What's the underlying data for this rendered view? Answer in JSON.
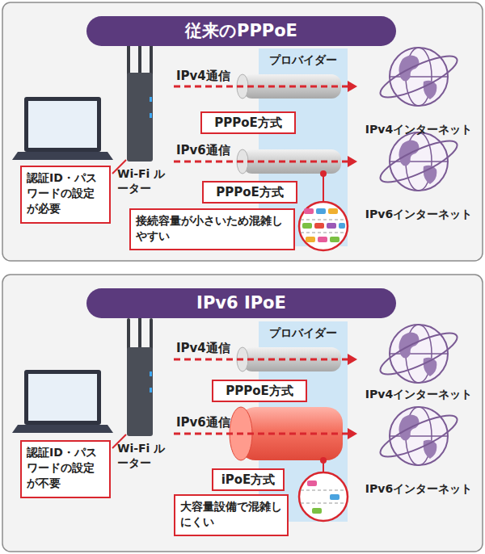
{
  "diagram": {
    "nodes": [
      {
        "text": [
          "従来のPPPoE"
        ]
      },
      {
        "text": [
          "Wi-Fi ルーター"
        ],
        "in": 0
      },
      {
        "text": [
          "プロバイダー"
        ],
        "in": 0
      },
      {
        "text": [
          "PPPoE方式"
        ],
        "in": 0
      },
      {
        "text": [
          "PPPoE方式"
        ],
        "in": 0
      },
      {
        "text": [
          "IPv4インターネット"
        ],
        "in": 0
      },
      {
        "text": [
          "IPv6インターネット"
        ],
        "in": 0
      },
      {
        "text": [
          "認証ID・パスワードの設定が必要"
        ],
        "in": 0
      },
      {
        "text": [
          "接続容量が小さいため混雑しやすい"
        ],
        "in": 0
      },
      {
        "text": [
          "IPv6 IPoE"
        ]
      },
      {
        "text": [
          "Wi-Fi ルーター"
        ],
        "in": 9
      },
      {
        "text": [
          "プロバイダー"
        ],
        "in": 9
      },
      {
        "text": [
          "PPPoE方式"
        ],
        "in": 9
      },
      {
        "text": [
          "iPoE方式"
        ],
        "in": 9
      },
      {
        "text": [
          "IPv4インターネット"
        ],
        "in": 9
      },
      {
        "text": [
          "IPv6インターネット"
        ],
        "in": 9
      },
      {
        "text": [
          "認証ID・パスワードの設定が不要"
        ],
        "in": 9
      },
      {
        "text": [
          "大容量設備で混雑しにくい"
        ],
        "in": 9
      }
    ],
    "edges": [
      {
        "from": 1,
        "to": 5,
        "label": "IPv4通信",
        "arrow": "to"
      },
      {
        "from": 1,
        "to": 6,
        "label": "IPv6通信",
        "arrow": "to"
      },
      {
        "from": 10,
        "to": 14,
        "label": "IPv4通信",
        "arrow": "to"
      },
      {
        "from": 10,
        "to": 15,
        "label": "IPv6通信",
        "arrow": "to"
      }
    ]
  }
}
